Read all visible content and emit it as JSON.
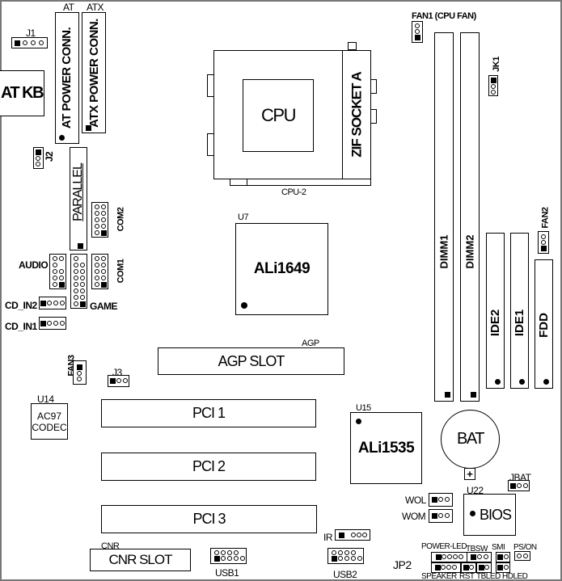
{
  "title": "Motherboard Layout",
  "components": {
    "j1": "J1",
    "at_label": "AT",
    "atx_label": "ATX",
    "at_power": "AT POWER CONN.",
    "atx_power": "ATX POWER CONN.",
    "at_kb": "AT KB",
    "j2": "J2",
    "parallel": "PARALLEL",
    "com2": "COM2",
    "com1": "COM1",
    "audio": "AUDIO",
    "game": "GAME",
    "cd_in2": "CD_IN2",
    "cd_in1": "CD_IN1",
    "cpu": "CPU",
    "zif_socket": "ZIF SOCKET A",
    "cpu2": "CPU-2",
    "fan1": "FAN1 (CPU FAN)",
    "jk1": "JK1",
    "dimm1": "DIMM1",
    "dimm2": "DIMM2",
    "fan2": "FAN2",
    "ide2": "IDE2",
    "ide1": "IDE1",
    "fdd": "FDD",
    "u7": "U7",
    "northbridge": "ALi1649",
    "agp_label": "AGP",
    "agp_slot": "AGP SLOT",
    "fan3": "FAN3",
    "j3": "J3",
    "u14": "U14",
    "codec_line1": "AC97",
    "codec_line2": "CODEC",
    "pci1": "PCI 1",
    "pci2": "PCI 2",
    "pci3": "PCI 3",
    "u15": "U15",
    "southbridge": "ALi1535",
    "bat": "BAT",
    "bat_plus": "+",
    "jbat": "JBAT",
    "u22": "U22",
    "bios": "BIOS",
    "wol": "WOL",
    "wom": "WOM",
    "ir": "IR",
    "cnr_label": "CNR",
    "cnr_slot": "CNR SLOT",
    "usb1": "USB1",
    "usb2": "USB2",
    "jp2": "JP2",
    "power_led": "POWER-LED",
    "tbsw": "TBSW",
    "smi": "SMI",
    "ps_on": "PS/ON",
    "speaker": "SPEAKER",
    "rst": "RST",
    "tbled": "TBLED",
    "hdled": "HDLED"
  }
}
